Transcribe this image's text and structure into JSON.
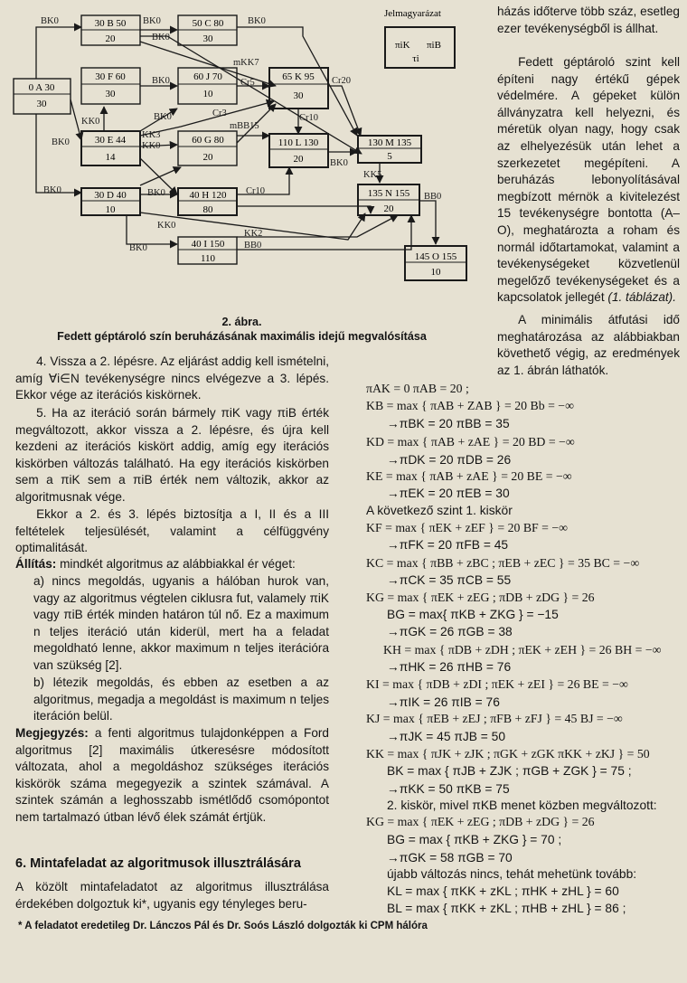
{
  "legend": {
    "title": "Jelmagyarázat",
    "top_left": "πiK",
    "top_right": "πiB",
    "bottom": "τi"
  },
  "nodes": [
    {
      "id": "A",
      "t": "0   A  30",
      "b": "30"
    },
    {
      "id": "B",
      "t": "30  B  50",
      "b": "20"
    },
    {
      "id": "C",
      "t": "50  C  80",
      "b": "30"
    },
    {
      "id": "F",
      "t": "30  F  60",
      "b": "30"
    },
    {
      "id": "J",
      "t": "60  J  70",
      "b": "10"
    },
    {
      "id": "K",
      "t": "65  K  95",
      "b": "30"
    },
    {
      "id": "E",
      "t": "30  E  44",
      "b": "14"
    },
    {
      "id": "G",
      "t": "60  G  80",
      "b": "20"
    },
    {
      "id": "L",
      "t": "110 L 130",
      "b": "20"
    },
    {
      "id": "M",
      "t": "130 M 135",
      "b": "5"
    },
    {
      "id": "D",
      "t": "30  D  40",
      "b": "10"
    },
    {
      "id": "H",
      "t": "40  H 120",
      "b": "80"
    },
    {
      "id": "N",
      "t": "135  N  155",
      "b": "20"
    },
    {
      "id": "I",
      "t": "40  I  150",
      "b": "110"
    },
    {
      "id": "O",
      "t": "145  O 155",
      "b": "10"
    }
  ],
  "edge_labels": [
    "BK0",
    "BK0",
    "BK0",
    "BK0",
    "BK0",
    "BK0",
    "BK0",
    "BK0",
    "BK0",
    "BK0",
    "BK0",
    "KK0",
    "KK0",
    "KK0",
    "KK3",
    "mKK7",
    "Cr5",
    "Cr20",
    "Cr3",
    "mBB15",
    "Cr10",
    "KK5",
    "BB0",
    "Cr10",
    "KK2",
    "BB0"
  ],
  "caption": {
    "number": "2. ábra.",
    "title": "Fedett géptároló szín beruházásának maximális idejű megvalósítása"
  },
  "right_text": {
    "p1": "házás időterve több száz, esetleg ezer tevékenységből is állhat.",
    "p2": "Fedett géptároló szint kell építeni nagy értékű gépek védelmére. A gépeket külön állványzatra kell helyezni, és méretük olyan nagy, hogy csak az elhelyezésük után lehet a szerkezetet megépíteni. A beruházás lebonyolításával megbízott mérnök a kivitelezést 15 tevékenységre bontotta (A–O), meghatározta a roham és normál időtartamokat, valamint a tevékenységeket közvetlenül megelőző tevékenységeket és a kapcsolatok jellegét ",
    "p2_ref": "(1. táblázat).",
    "p3": "A minimális átfutási idő meghatározása az alábbiakban követhető végig, az eredmények az 1. ábrán láthatók."
  },
  "left_text": {
    "p1": "4. Vissza a 2. lépésre. Az eljárást addig kell ismételni, amíg ∀i∈N tevékenységre nincs elvégezve a 3. lépés. Ekkor vége az iterációs kiskörnek.",
    "p2": "5. Ha az iteráció során bármely πiK vagy πiB érték megváltozott, akkor vissza a 2. lépésre, és újra kell kezdeni az iterációs kiskört addig, amíg egy iterációs kiskörben változás található. Ha egy iterációs kiskörben sem a πiK sem a πiB érték nem változik, akkor az algoritmusnak vége.",
    "p3": "Ekkor a 2. és 3. lépés biztosítja a I, II és a III feltételek teljesülését, valamint a célfüggvény optimalitását.",
    "allitas_label": "Állítás:",
    "allitas": " mindkét algoritmus az alábbiakkal ér véget:",
    "a": "a) nincs megoldás, ugyanis a hálóban hurok van, vagy az algoritmus végtelen ciklusra fut, valamely πiK vagy πiB érték minden határon túl nő. Ez a maximum n teljes iteráció után kiderül, mert ha a feladat megoldható lenne, akkor maximum n teljes iterációra van szükség [2].",
    "b": "b) létezik megoldás, és ebben az esetben a az algoritmus, megadja a megoldást is maximum n teljes iteráción belül.",
    "megj_label": "Megjegyzés:",
    "megj": " a fenti algoritmus tulajdonképpen a Ford algoritmus [2] maximális útkeresésre módosított változata, ahol a megoldáshoz szükséges iterációs kiskörök száma megegyezik a szintek számával. A szintek számán a leghosszabb ismétlődő csomópontot nem tartalmazó útban lévő élek számát értjük.",
    "heading": "6.  Mintafeladat az algoritmusok illusztrálására",
    "p4": "A közölt mintafeladatot az algoritmus illusztrálása érdekében dolgoztuk ki*, ugyanis egy tényleges beru-"
  },
  "footnote": "*     A feladatot eredetileg Dr. Lánczos Pál és Dr. Soós László dolgozták ki CPM hálóra",
  "math": [
    "πAK = 0  πAB = 20 ;",
    "KB = max { πAB + ZAB } = 20   Bb = −∞",
    "→πBK = 20  πBB = 35",
    "KD = max { πAB + zAE } = 20   BD = −∞",
    "→πDK = 20  πDB = 26",
    "KE = max { πAB + zAE } = 20   BE = −∞",
    "→πEK = 20  πEB = 30",
    "A következő szint 1. kiskör",
    "KF = max { πEK + zEF } = 20   BF = −∞",
    "→πFK = 20  πFB = 45",
    "KC = max { πBB + zBC ; πEB + zEC } = 35   BC = −∞",
    "→πCK = 35  πCB = 55",
    "KG = max { πEK + zEG ; πDB + zDG } = 26",
    "BG = max{ πKB + ZKG } = −15",
    "→πGK = 26  πGB = 38",
    "KH = max { πDB + zDH ; πEK + zEH } = 26   BH = −∞",
    "→πHK = 26  πHB = 76",
    "KI = max { πDB + zDI ; πEK + zEI } = 26   BE = −∞",
    "→πIK = 26  πIB = 76",
    "KJ = max { πEB + zEJ ; πFB + zFJ } = 45   BJ = −∞",
    "→πJK = 45  πJB = 50",
    "KK = max { πJK + zJK ; πGK + zGK πKK + zKJ } = 50",
    "BK = max { πJB + ZJK ; πGB + ZGK } = 75 ;",
    "→πKK = 50  πKB = 75",
    "2. kiskör, mivel πKB menet közben megváltozott:",
    "KG = max { πEK + zEG ; πDB + zDG } = 26",
    "BG = max { πKB + ZKG } = 70 ;",
    "→πGK = 58  πGB = 70",
    "újabb változás nincs, tehát mehetünk tovább:",
    "KL = max { πKK + zKL ; πHK + zHL } = 60",
    "BL = max { πKK + zKL ; πHB + zHL } = 86 ;"
  ]
}
